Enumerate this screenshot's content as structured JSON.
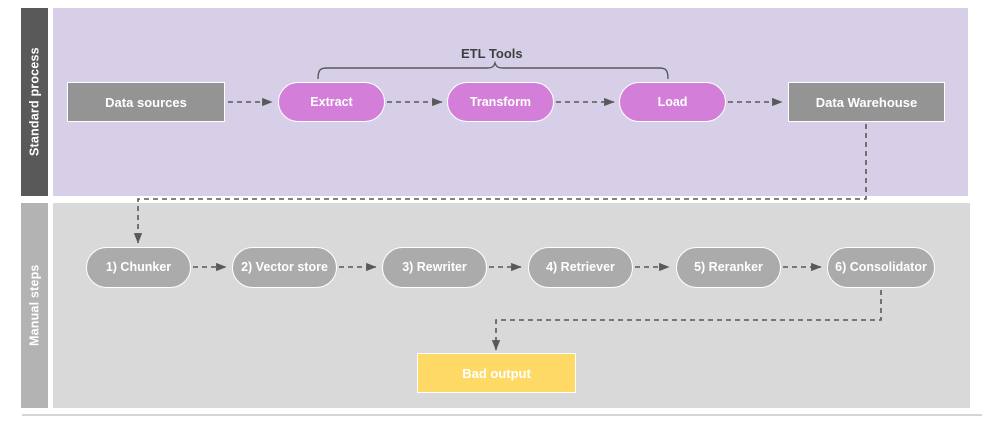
{
  "diagram": {
    "title_hidden": "",
    "colors": {
      "lane_top_bg": "#D7CFE8",
      "lane_bottom_bg": "#D9D9D9",
      "lane_top_label_bg": "#595959",
      "lane_bottom_label_bg": "#B3B3B3",
      "node_gray": "#949494",
      "pill_purple": "#D37FD9",
      "pill_gray": "#ABABAB",
      "node_yellow": "#FFD966",
      "connector": "#595959",
      "bracket": "#595959"
    },
    "lanes": [
      {
        "id": "standard-process",
        "label": "Standard process"
      },
      {
        "id": "manual-steps",
        "label": "Manual steps"
      }
    ],
    "standard_process": {
      "source": {
        "label": "Data sources"
      },
      "etl_bracket": {
        "label": "ETL Tools"
      },
      "etl_steps": [
        {
          "label": "Extract"
        },
        {
          "label": "Transform"
        },
        {
          "label": "Load"
        }
      ],
      "sink": {
        "label": "Data Warehouse"
      }
    },
    "manual_steps": {
      "steps": [
        {
          "label": "1) Chunker"
        },
        {
          "label": "2) Vector store"
        },
        {
          "label": "3) Rewriter"
        },
        {
          "label": "4) Retriever"
        },
        {
          "label": "5) Reranker"
        },
        {
          "label": "6) Consolidator"
        }
      ],
      "output": {
        "label": "Bad output"
      }
    }
  }
}
